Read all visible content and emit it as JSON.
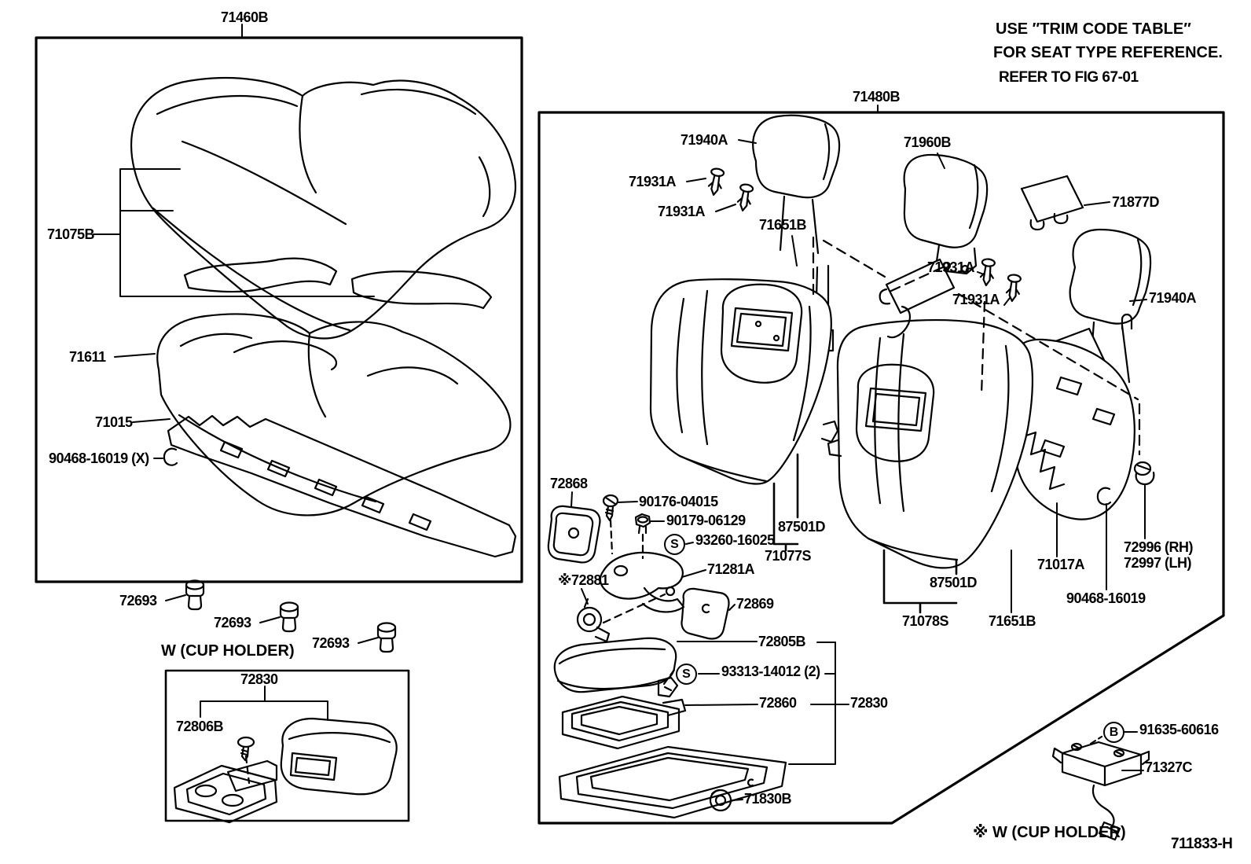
{
  "assemblies": {
    "left_box": "71460B",
    "right_box": "71480B"
  },
  "labels": {
    "p71075B": "71075B",
    "p71611": "71611",
    "p71015": "71015",
    "p90468_16019_x": "90468-16019 (X)",
    "p72693": "72693",
    "p72830": "72830",
    "p72806B": "72806B",
    "p71940A": "71940A",
    "p71931A": "71931A",
    "p71960B": "71960B",
    "p71877D": "71877D",
    "p71651B": "71651B",
    "p72868": "72868",
    "p90176_04015": "90176-04015",
    "p90179_06129": "90179-06129",
    "p93260_16025": "93260-16025",
    "p71281A": "71281A",
    "p72881": "※72881",
    "p72869": "72869",
    "p87501D": "87501D",
    "p71077S": "71077S",
    "p71078S": "71078S",
    "p71017A": "71017A",
    "p90468_16019": "90468-16019",
    "p72996_rh": "72996 (RH)",
    "p72997_lh": "72997 (LH)",
    "p72805B": "72805B",
    "p93313_14012_2": "93313-14012 (2)",
    "p72860": "72860",
    "p71830B": "71830B",
    "p91635_60616": "91635-60616",
    "p71327C": "71327C"
  },
  "notes": {
    "trim_line1": "USE ″TRIM CODE TABLE″",
    "trim_line2": "FOR SEAT TYPE REFERENCE.",
    "trim_line3": "REFER TO FIG 67-01",
    "cup_holder": "W (CUP  HOLDER)",
    "cup_holder_ref": "※ W (CUP  HOLDER)",
    "figure_code": "711833-H"
  },
  "symbols": {
    "s": "S",
    "b": "B"
  },
  "colors": {
    "ink": "#000000",
    "paper": "#ffffff"
  }
}
